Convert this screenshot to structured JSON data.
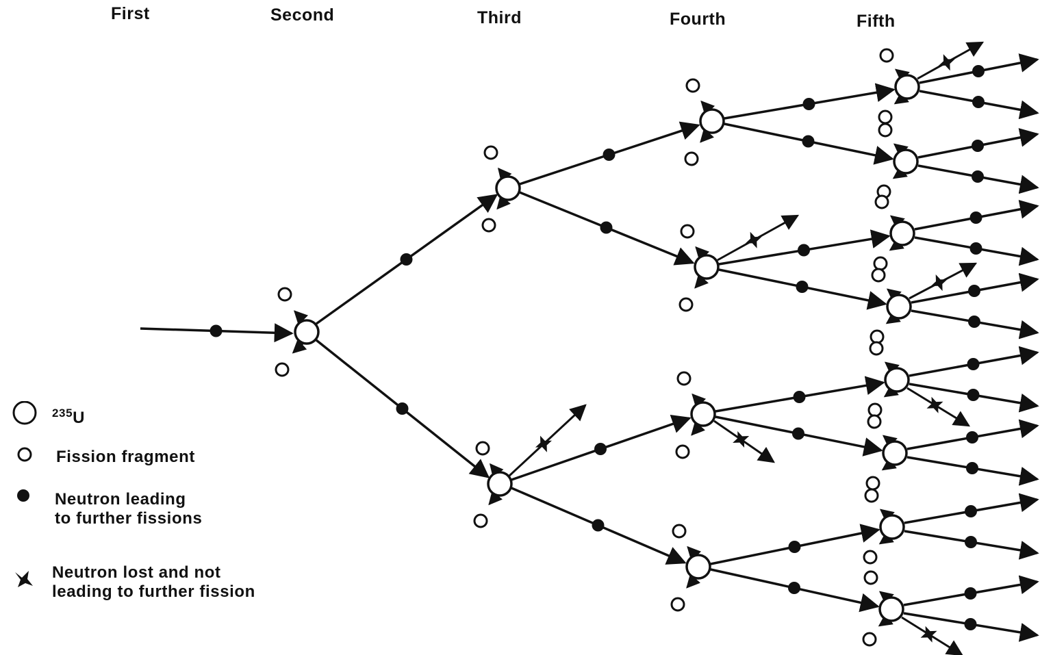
{
  "generations": [
    "First",
    "Second",
    "Third",
    "Fourth",
    "Fifth"
  ],
  "legend": {
    "uranium_prefix": "235",
    "uranium_suffix": "U",
    "fragment": "Fission fragment",
    "neutron_line1": "Neutron leading",
    "neutron_line2": "to further fissions",
    "lost_line1": "Neutron lost and not",
    "lost_line2": "leading to further fission"
  },
  "colors": {
    "ink": "#111111",
    "paper": "#ffffff"
  }
}
